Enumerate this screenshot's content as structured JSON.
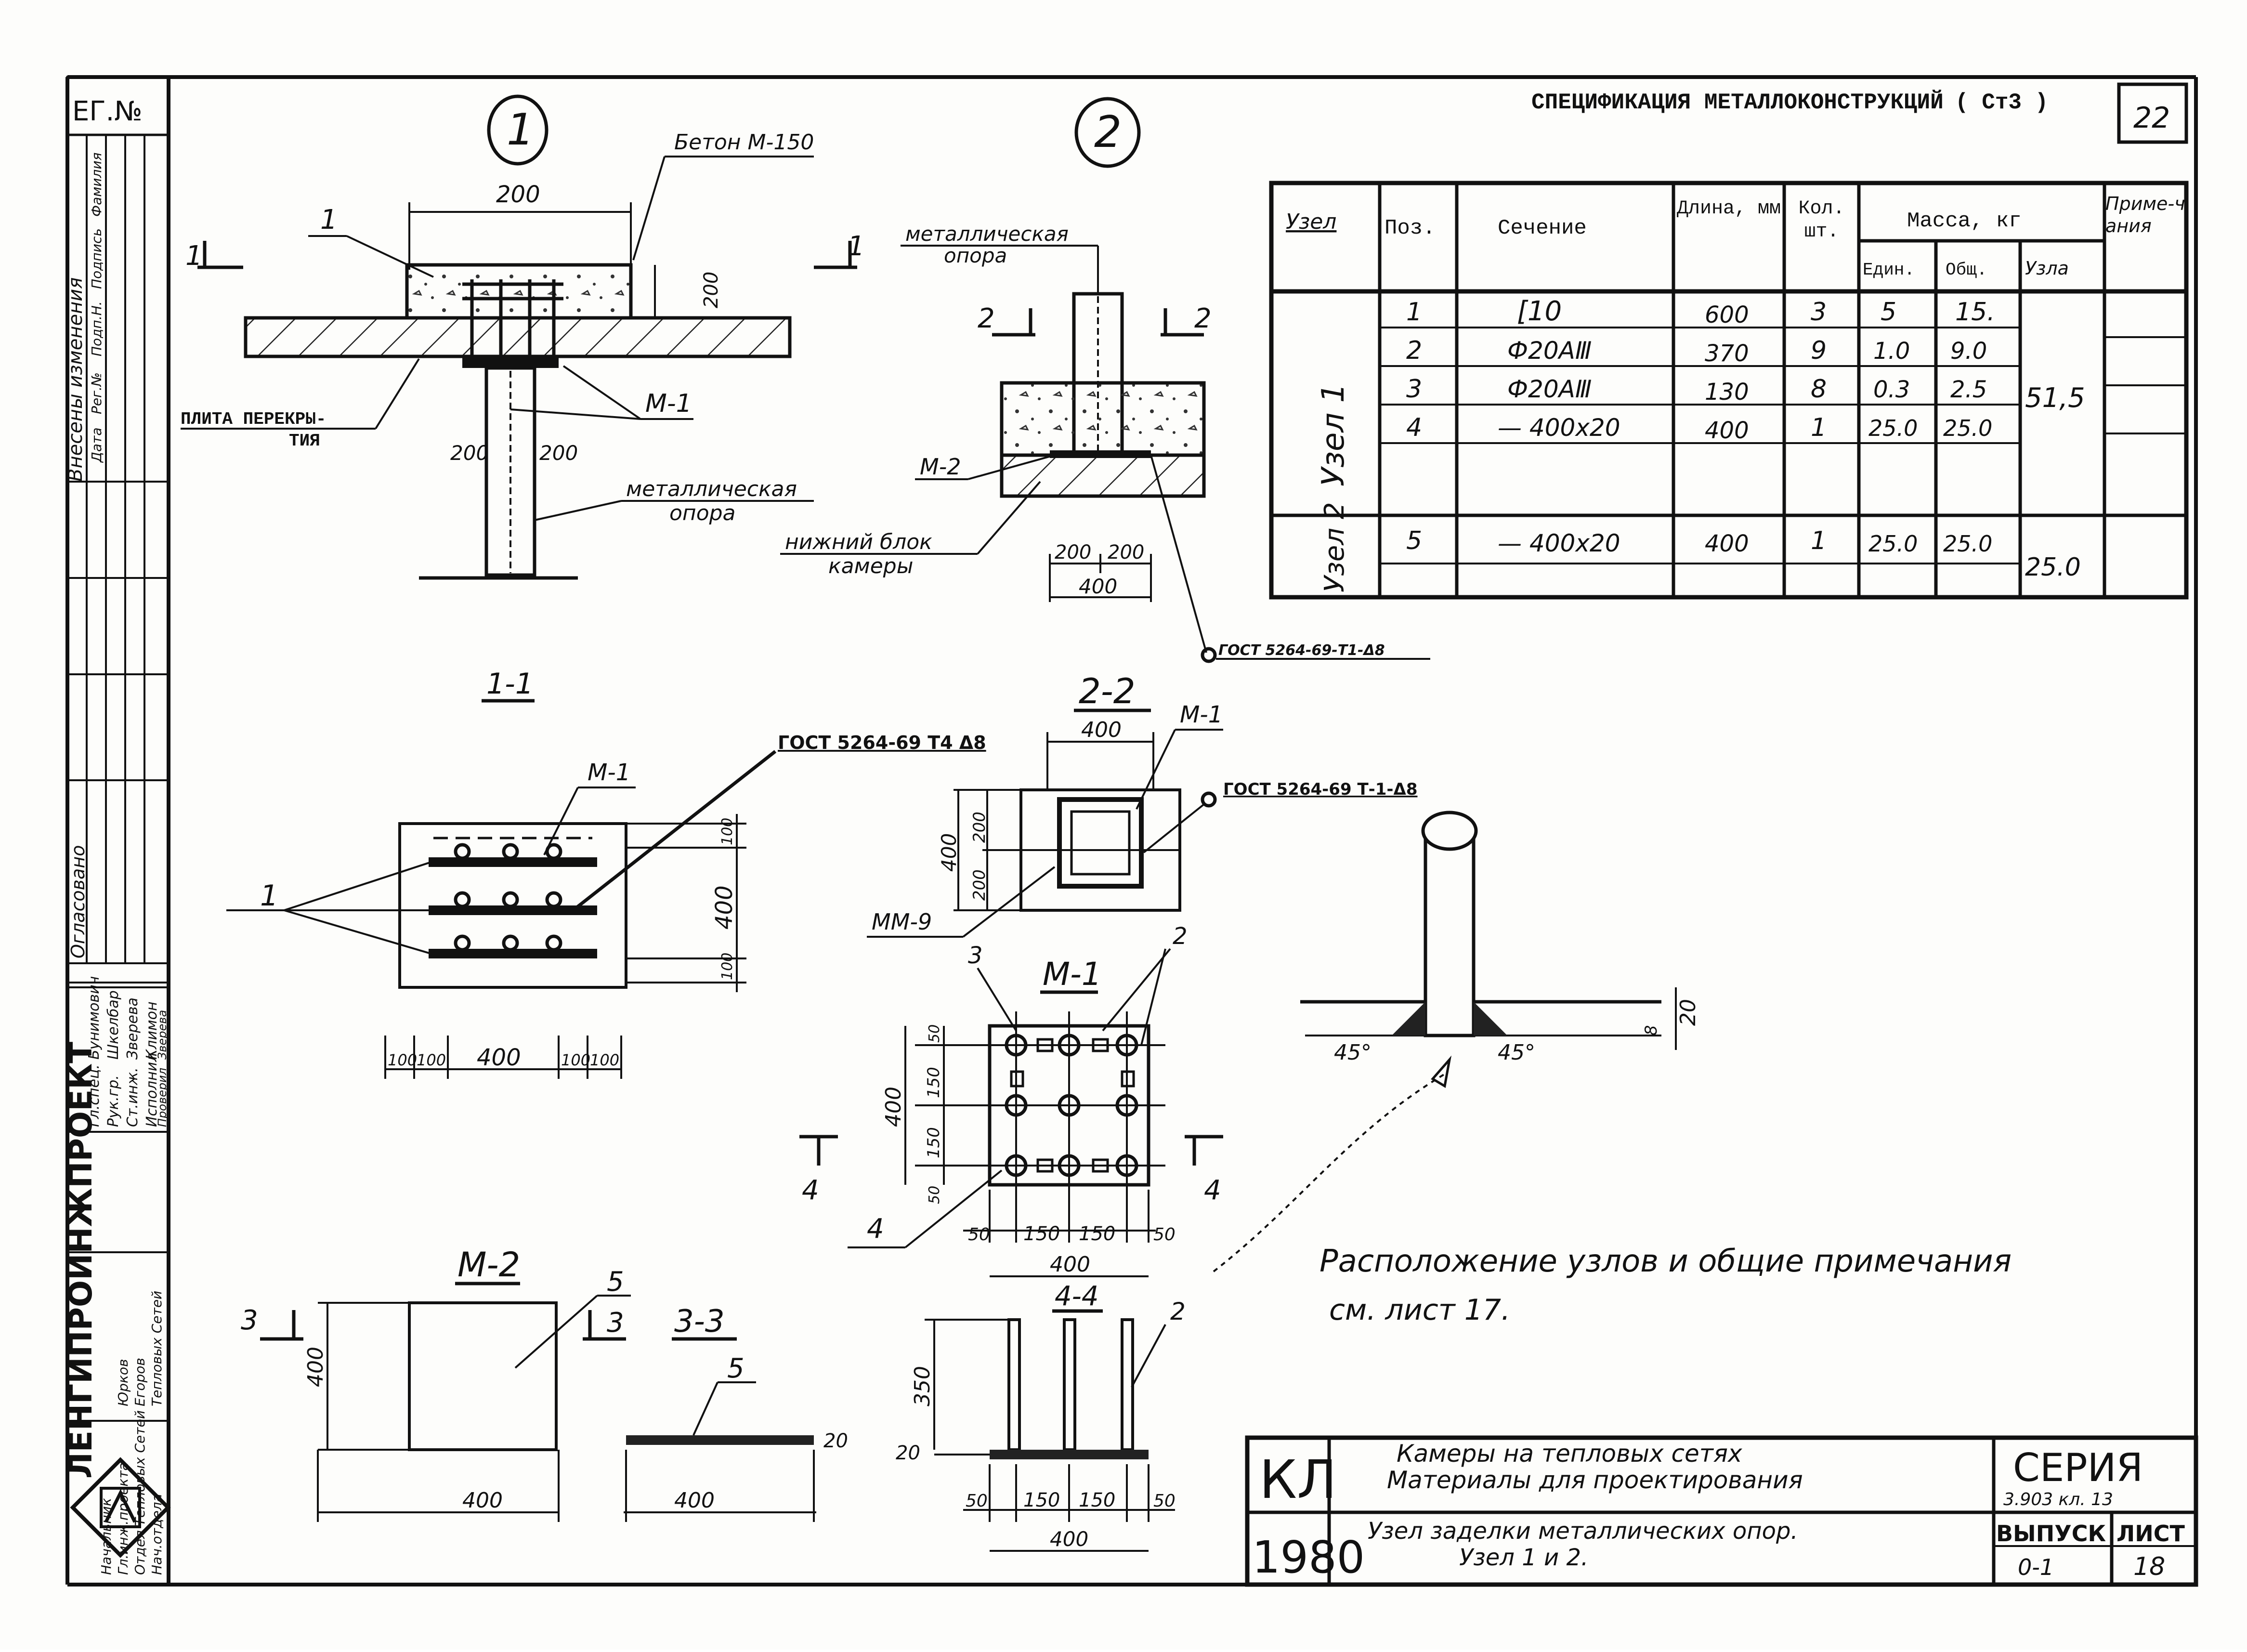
{
  "sheet": {
    "spec_title": "СПЕЦИФИКАЦИЯ МЕТАЛЛОКОНСТРУКЦИЙ",
    "steel": "( Ст3 )",
    "corner_number": "22"
  },
  "side_stamp": {
    "reg_no": "ЕГ.№",
    "changes_title": "Внесены изменения",
    "changes_cols": [
      "Дата",
      "Рег.№",
      "Подп.Н.",
      "Подпись",
      "Фамилия"
    ],
    "signers": [
      {
        "role": "Гл.спец.",
        "name": "Бунимович"
      },
      {
        "role": "Рук.гр.",
        "name": "Шкелбар"
      },
      {
        "role": "Ст.инж.",
        "name": "Зверева"
      },
      {
        "role": "Исполнил",
        "name": "Климон"
      },
      {
        "role": "Проверил",
        "name": "Зверева"
      }
    ],
    "approval": "Огласовано",
    "org_name": "ЛЕНГИПРОИНЖПРОЕКТ",
    "org_lines": [
      "Начальник",
      "Гл.инж.проекта",
      "Отдел Тепловых Сетей",
      "Нач.отдела"
    ],
    "names": [
      "Юрков",
      "Егоров",
      "Тепловых Сетей"
    ]
  },
  "node1": {
    "callout": "1",
    "concrete_label": "Бетон М-150",
    "dim_top": "200",
    "dim_right": "200",
    "pos_label": "1",
    "cut_left": "1",
    "cut_right": "1",
    "slab_label_1": "ПЛИТА ПЕРЕКРЫ-",
    "slab_label_2": "ТИЯ",
    "plate_label": "М-1",
    "support_label_1": "металлическая",
    "support_label_2": "опора",
    "dim_left_small": "200",
    "dim_right_small": "200"
  },
  "node2": {
    "callout": "2",
    "support_label_1": "металлическая",
    "support_label_2": "опора",
    "cut_left": "2",
    "cut_right": "2",
    "plate_label": "М-2",
    "block_label_1": "нижний блок",
    "block_label_2": "камеры",
    "dim_a": "200",
    "dim_b": "200",
    "dim_total": "400",
    "weld_note": "ГОСТ 5264-69-Т1-Δ8"
  },
  "spec_table": {
    "headers": {
      "node": "Узел",
      "pos": "Поз.",
      "section": "Сечение",
      "length": "Длина, мм",
      "qty": "Кол. шт.",
      "mass": "Масса, кг",
      "unit": "Един.",
      "total": "Общ.",
      "node_mass": "Узла",
      "note": "Приме-чания"
    },
    "groups": [
      {
        "node": "Узел 1",
        "node_mass": "51,5",
        "rows": [
          {
            "pos": "1",
            "section": "[10",
            "length": "600",
            "qty": "3",
            "unit": "5",
            "total": "15."
          },
          {
            "pos": "2",
            "section": "Ф20АⅢ",
            "length": "370",
            "qty": "9",
            "unit": "1.0",
            "total": "9.0"
          },
          {
            "pos": "3",
            "section": "Ф20АⅢ",
            "length": "130",
            "qty": "8",
            "unit": "0.3",
            "total": "2.5"
          },
          {
            "pos": "4",
            "section": "— 400х20",
            "length": "400",
            "qty": "1",
            "unit": "25.0",
            "total": "25.0"
          }
        ]
      },
      {
        "node": "Узел 2",
        "node_mass": "25.0",
        "rows": [
          {
            "pos": "5",
            "section": "— 400х20",
            "length": "400",
            "qty": "1",
            "unit": "25.0",
            "total": "25.0"
          }
        ]
      }
    ]
  },
  "section11": {
    "title": "1-1",
    "plate_label": "М-1",
    "weld_note": "ГОСТ 5264-69 Т4 Δ8",
    "pos_label": "1",
    "dims_bottom": [
      "100",
      "100",
      "400",
      "100",
      "100"
    ],
    "dims_right": [
      "100",
      "400",
      "100"
    ]
  },
  "section22": {
    "title": "2-2",
    "dim_top": "400",
    "plate_label": "М-1",
    "weld_note": "ГОСТ 5264-69 Т-1-Δ8",
    "dims_left": [
      "400",
      "200",
      "200"
    ],
    "anchor_label": "ММ-9"
  },
  "m1": {
    "title": "М-1",
    "pos_a": "3",
    "pos_b": "2",
    "pos_c": "4",
    "dims_left": [
      "400",
      "50",
      "150",
      "150",
      "50"
    ],
    "dims_bottom": [
      "50",
      "150",
      "150",
      "50"
    ],
    "dim_total": "400",
    "cut_left": "4",
    "cut_right": "4"
  },
  "pipe_detail": {
    "angle_left": "45°",
    "angle_right": "45°",
    "dim": "20",
    "small": "8"
  },
  "note": {
    "line1": "Расположение узлов и общие примечания",
    "line2": "см. лист 17."
  },
  "m2": {
    "title": "М-2",
    "pos_label": "5",
    "dim_side": "400",
    "dim_bottom": "400",
    "cut_left": "3",
    "cut_right": "3"
  },
  "section33": {
    "title": "3-3",
    "pos_label": "5",
    "dim": "400",
    "small": "20"
  },
  "section44": {
    "title": "4-4",
    "pos_label": "2",
    "dim_height": "350",
    "dim_base": "20",
    "dims_bottom": [
      "50",
      "150",
      "150",
      "50"
    ],
    "dim_total": "400"
  },
  "title_block": {
    "code": "КЛ",
    "year": "1980",
    "line1": "Камеры на тепловых сетях",
    "line2": "Материалы для проектирования",
    "line3": "Узел заделки металлических опор.",
    "line4": "Узел 1 и 2.",
    "series_label": "СЕРИЯ",
    "series_value": "3.903 кл. 13",
    "issue_label": "ВЫПУСК",
    "issue_value": "0-1",
    "sheet_label": "ЛИСТ",
    "sheet_value": "18"
  }
}
